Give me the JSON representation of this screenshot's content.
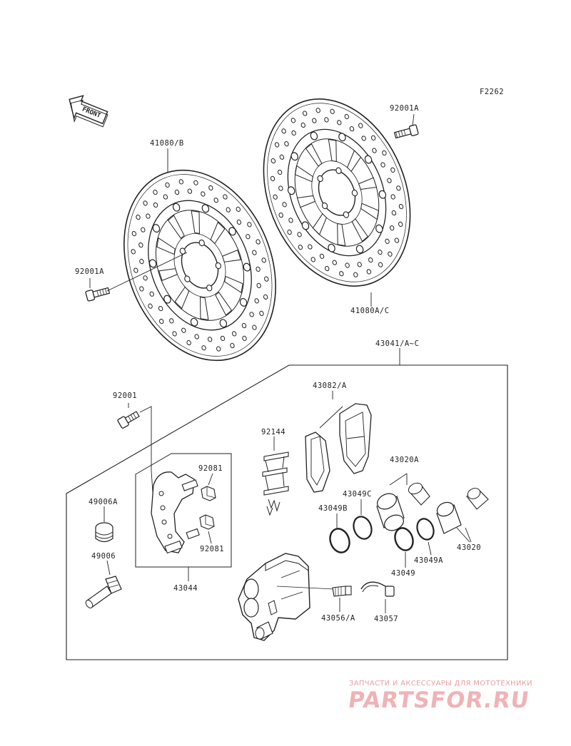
{
  "figure_code": "F2262",
  "front_arrow_label": "FRONT",
  "labels": {
    "bolt_top_right": "92001A",
    "disc_left": "41080/B",
    "disc_right": "41080A/C",
    "bolt_left": "92001A",
    "caliper_assy": "43041/A~C",
    "pads": "43082/A",
    "spring": "92144",
    "bolt_bracket": "92001",
    "pad_clip_top": "92081",
    "pad_clip_bottom": "92081",
    "boot": "49006A",
    "pin": "49006",
    "bracket_assy": "43044",
    "piston_large": "43020A",
    "seal_49c": "43049C",
    "seal_49b": "43049B",
    "seal_49a": "43049A",
    "seal_49": "43049",
    "piston_small": "43020",
    "bleeder": "43056/A",
    "bleeder_cap": "43057"
  },
  "watermark": {
    "tagline": "ЗАПЧАСТИ И АКСЕССУАРЫ ДЛЯ МОТОТЕХНИКИ",
    "logo": "PARTSFOR.RU"
  }
}
